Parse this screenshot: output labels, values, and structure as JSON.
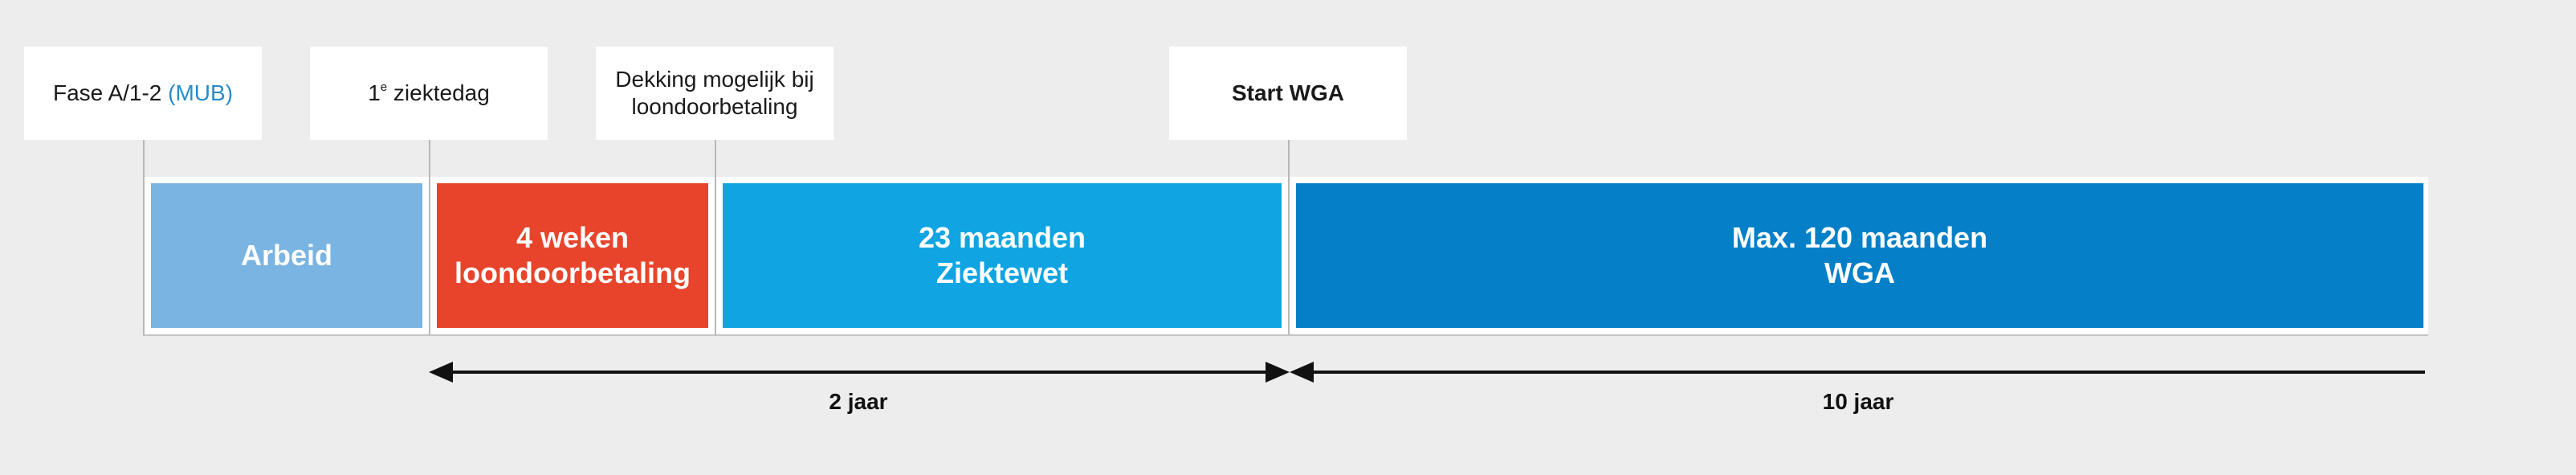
{
  "labels": {
    "phase": {
      "prefix": "Fase A/1-2 ",
      "accent": "(MUB)"
    },
    "first_sick_day": {
      "number": "1",
      "superscript": "e",
      "text": " ziektedag"
    },
    "coverage": {
      "line1": "Dekking mogelijk bij",
      "line2": "loondoorbetaling"
    },
    "start_wga": "Start WGA"
  },
  "bars": {
    "arbeid": {
      "line1": "Arbeid",
      "color": "#7ab4e2"
    },
    "loondoorbetaling": {
      "line1": "4 weken",
      "line2": "loondoorbetaling",
      "color": "#e8442b"
    },
    "ziektewet": {
      "line1": "23 maanden",
      "line2": "Ziektewet",
      "color": "#10a5e2"
    },
    "wga": {
      "line1": "Max. 120 maanden",
      "line2": "WGA",
      "color": "#0580c8"
    }
  },
  "durations": {
    "two_years": "2 jaar",
    "ten_years": "10 jaar"
  }
}
